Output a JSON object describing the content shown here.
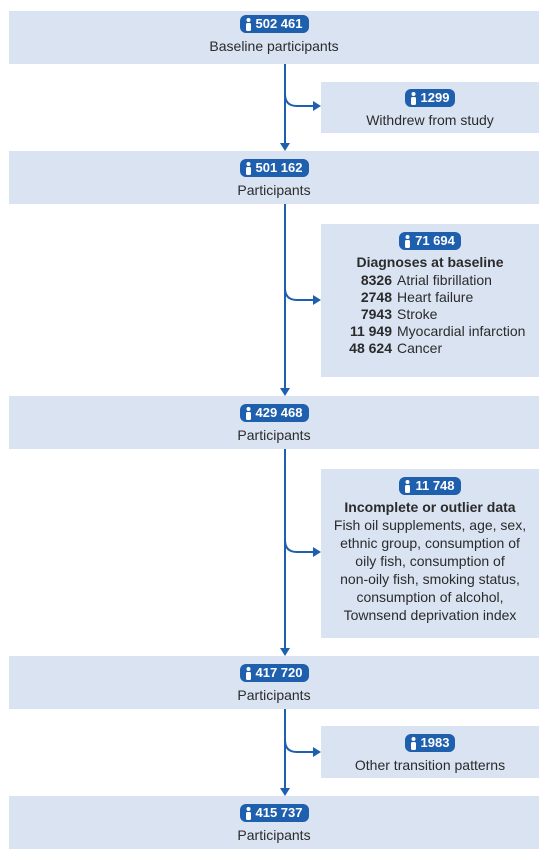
{
  "steps": [
    {
      "count": "502 461",
      "label": "Baseline participants"
    },
    {
      "count": "501 162",
      "label": "Participants"
    },
    {
      "count": "429 468",
      "label": "Participants"
    },
    {
      "count": "417 720",
      "label": "Participants"
    },
    {
      "count": "415 737",
      "label": "Participants"
    }
  ],
  "exclusions": [
    {
      "count": "1299",
      "label": "Withdrew from study"
    },
    {
      "count": "71 694",
      "title": "Diagnoses at baseline",
      "items": [
        {
          "n": "8326",
          "label": "Atrial fibrillation"
        },
        {
          "n": "2748",
          "label": "Heart failure"
        },
        {
          "n": "7943",
          "label": "Stroke"
        },
        {
          "n": "11 949",
          "label": "Myocardial infarction"
        },
        {
          "n": "48 624",
          "label": "Cancer"
        }
      ]
    },
    {
      "count": "11 748",
      "title": "Incomplete or outlier data",
      "lines": [
        "Fish oil supplements, age, sex,",
        "ethnic group, consumption of",
        "oily fish, consumption of",
        "non-oily fish, smoking status,",
        "consumption of alcohol,",
        "Townsend deprivation index"
      ]
    },
    {
      "count": "1983",
      "label": "Other transition patterns"
    }
  ],
  "colors": {
    "box": "#d9e3f2",
    "accent": "#1e5fae"
  },
  "icon": "person-icon"
}
